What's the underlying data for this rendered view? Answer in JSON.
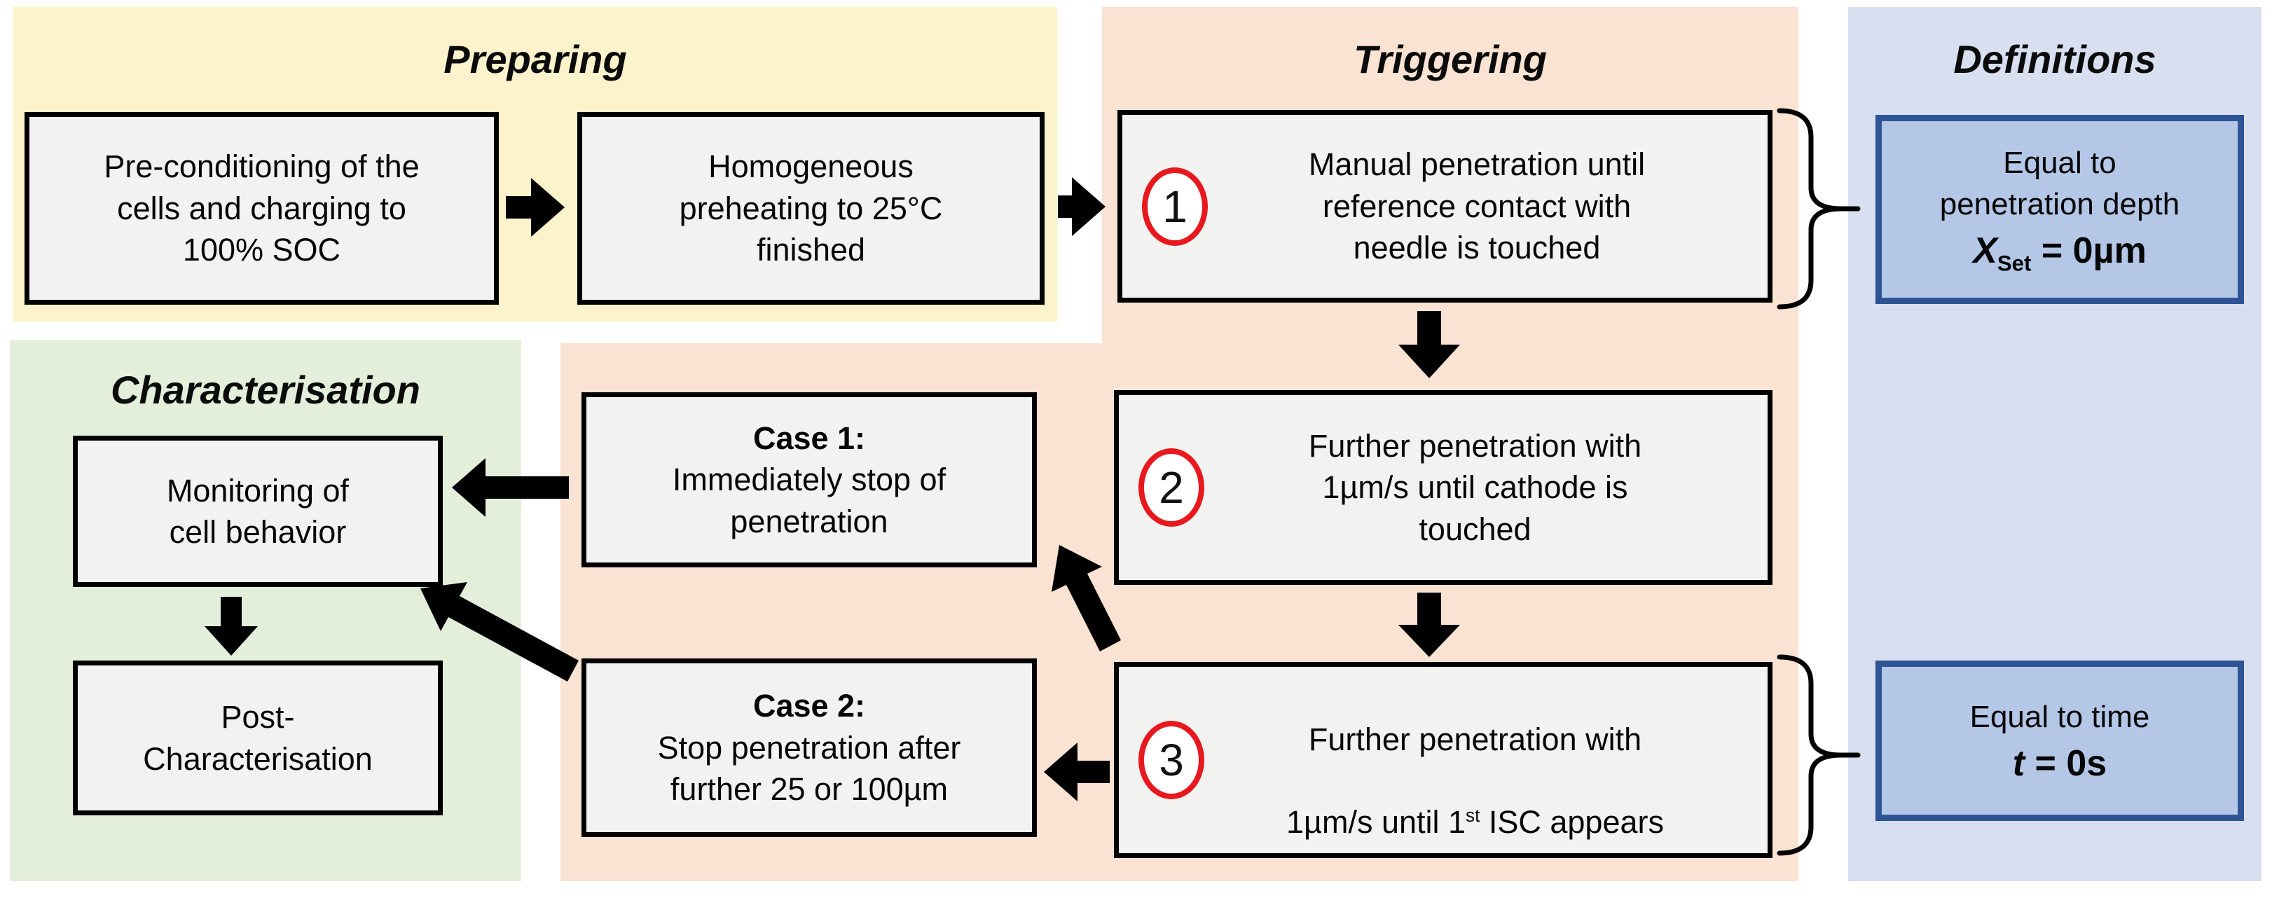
{
  "sections": {
    "preparing": {
      "title": "Preparing"
    },
    "triggering": {
      "title": "Triggering"
    },
    "definitions": {
      "title": "Definitions"
    },
    "characterisation": {
      "title": "Characterisation"
    }
  },
  "boxes": {
    "preconditioning": {
      "text": "Pre-conditioning of the\ncells and charging to\n100% SOC"
    },
    "preheating": {
      "text": "Homogeneous\npreheating to 25°C\nfinished"
    },
    "step1": {
      "number": "1",
      "text": "Manual penetration until\nreference contact with\nneedle is touched"
    },
    "step2": {
      "number": "2",
      "text": "Further penetration with\n1µm/s until cathode is\ntouched"
    },
    "step3": {
      "number": "3",
      "line1": "Further penetration with",
      "line2_pre": "1µm/s until 1",
      "line2_sup": "st",
      "line2_post": " ISC appears"
    },
    "case1": {
      "title": "Case 1:",
      "text": "Immediately stop of\npenetration"
    },
    "case2": {
      "title": "Case 2:",
      "text": "Stop penetration after\nfurther 25 or 100µm"
    },
    "monitoring": {
      "text": "Monitoring of\ncell behavior"
    },
    "post": {
      "text": "Post-\nCharacterisation"
    },
    "def_depth": {
      "line1": "Equal to",
      "line2": "penetration depth",
      "eq_var": "X",
      "eq_sub": "Set",
      "eq_rest": " = 0µm"
    },
    "def_time": {
      "line1": "Equal to time",
      "eq_var": "t",
      "eq_rest": " = 0s"
    }
  },
  "colors": {
    "preparing_bg": "#FCF2CC",
    "triggering_bg": "#FAE3D2",
    "characterisation_bg": "#E3EFDB",
    "definitions_bg": "#D7DFF0",
    "def_box_fill": "#B4C7E7",
    "def_box_border": "#2F5496",
    "process_box_fill": "#F2F2F1",
    "process_box_border": "#000000",
    "step_circle": "#E8191E",
    "arrow": "#000000"
  }
}
